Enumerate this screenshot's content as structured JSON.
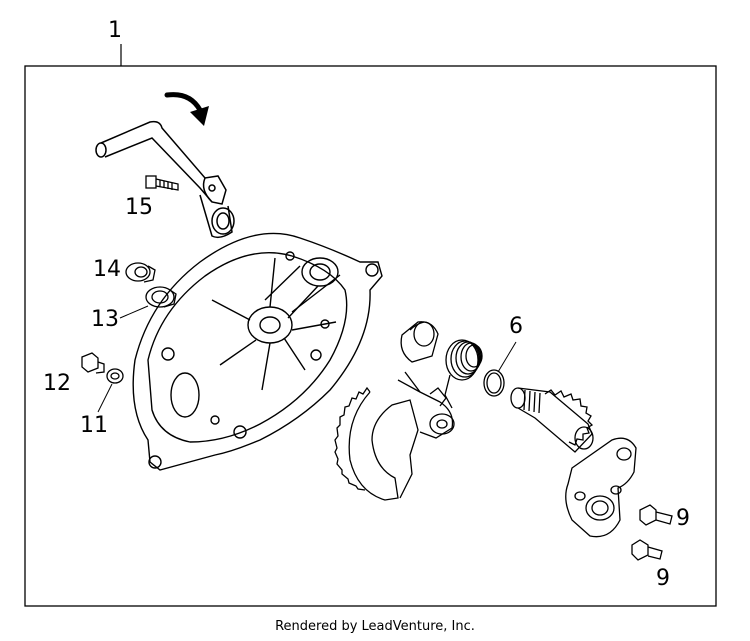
{
  "diagram": {
    "callouts": {
      "c1": "1",
      "c6": "6",
      "c9a": "9",
      "c9b": "9",
      "c11": "11",
      "c12": "12",
      "c13": "13",
      "c14": "14",
      "c15": "15"
    },
    "parts": {
      "p1": "crankcase-cover",
      "p6": "o-ring",
      "p9": "bolt",
      "p11": "washer",
      "p12": "drain-plug",
      "p13": "seal",
      "p14": "cap",
      "p15": "bolt"
    }
  },
  "footer": {
    "text": "Rendered by LeadVenture, Inc."
  }
}
